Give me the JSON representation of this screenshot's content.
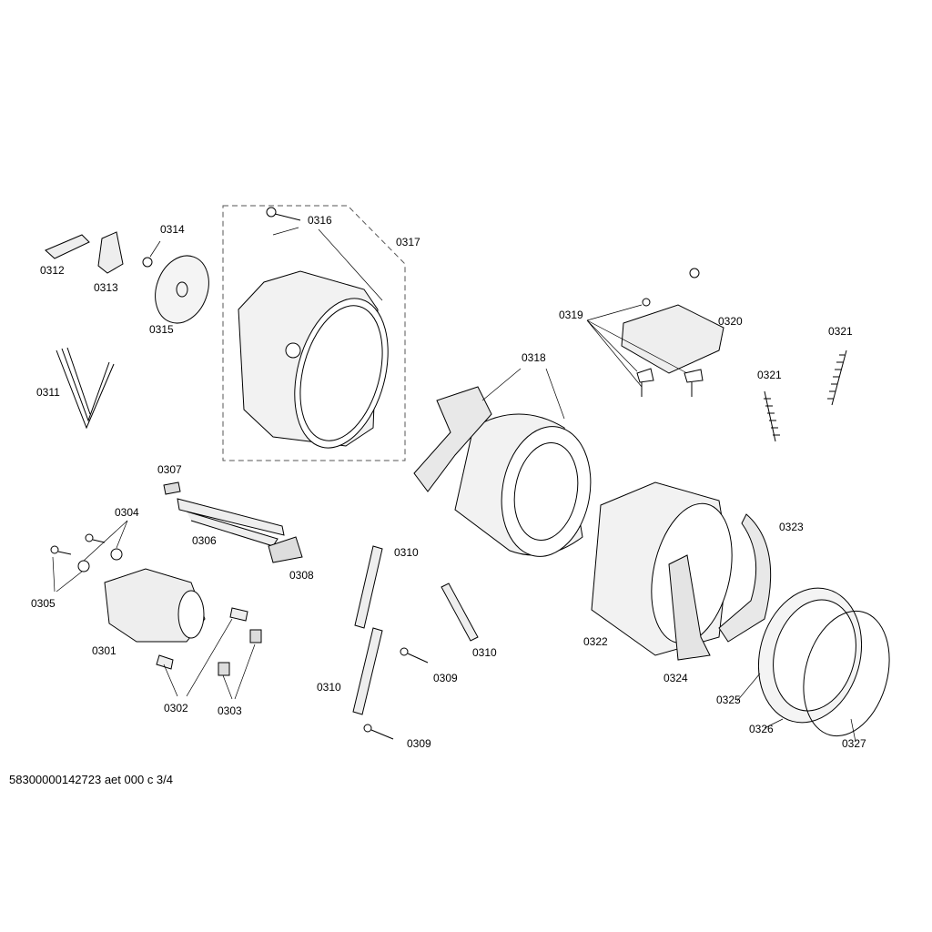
{
  "labels": [
    "0312",
    "0313",
    "0314",
    "0315",
    "0316",
    "0317",
    "0311",
    "0319",
    "0320",
    "0321",
    "0321",
    "0318",
    "0307",
    "0304",
    "0306",
    "0308",
    "0305",
    "0301",
    "0302",
    "0303",
    "0310",
    "0310",
    "0309",
    "0310",
    "0309",
    "0323",
    "0322",
    "0324",
    "0325",
    "0326",
    "0327"
  ],
  "footer": "58300000142723 aet 000 c 3/4",
  "colors": {
    "line": "#000000",
    "fill": "#ffffff",
    "shade": "#e0e0e0"
  }
}
